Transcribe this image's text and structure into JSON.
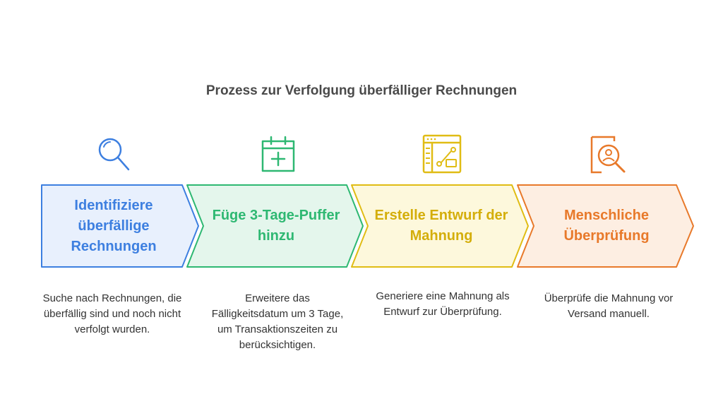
{
  "title": "Prozess zur Verfolgung überfälliger Rechnungen",
  "steps": [
    {
      "label": "Identifiziere überfällige Rechnungen",
      "description": "Suche nach Rechnungen, die überfällig sind und noch nicht verfolgt wurden.",
      "icon": "magnifier-icon",
      "color": "#3d7fe0",
      "fill": "#e8f0fd"
    },
    {
      "label": "Füge 3-Tage-Puffer hinzu",
      "description": "Erweitere das Fälligkeitsdatum um 3 Tage, um Transaktionszeiten zu berücksichtigen.",
      "icon": "calendar-add-icon",
      "color": "#2eb872",
      "fill": "#e4f6ec"
    },
    {
      "label": "Erstelle Entwurf der Mahnung",
      "description": "Generiere eine Mahnung als Entwurf zur Überprüfung.",
      "icon": "workflow-window-icon",
      "color": "#e0bc14",
      "fill": "#fdf8dc"
    },
    {
      "label": "Menschliche Überprüfung",
      "description": "Überprüfe die Mahnung vor Versand manuell.",
      "icon": "person-review-icon",
      "color": "#e8792a",
      "fill": "#fdeee2"
    }
  ]
}
